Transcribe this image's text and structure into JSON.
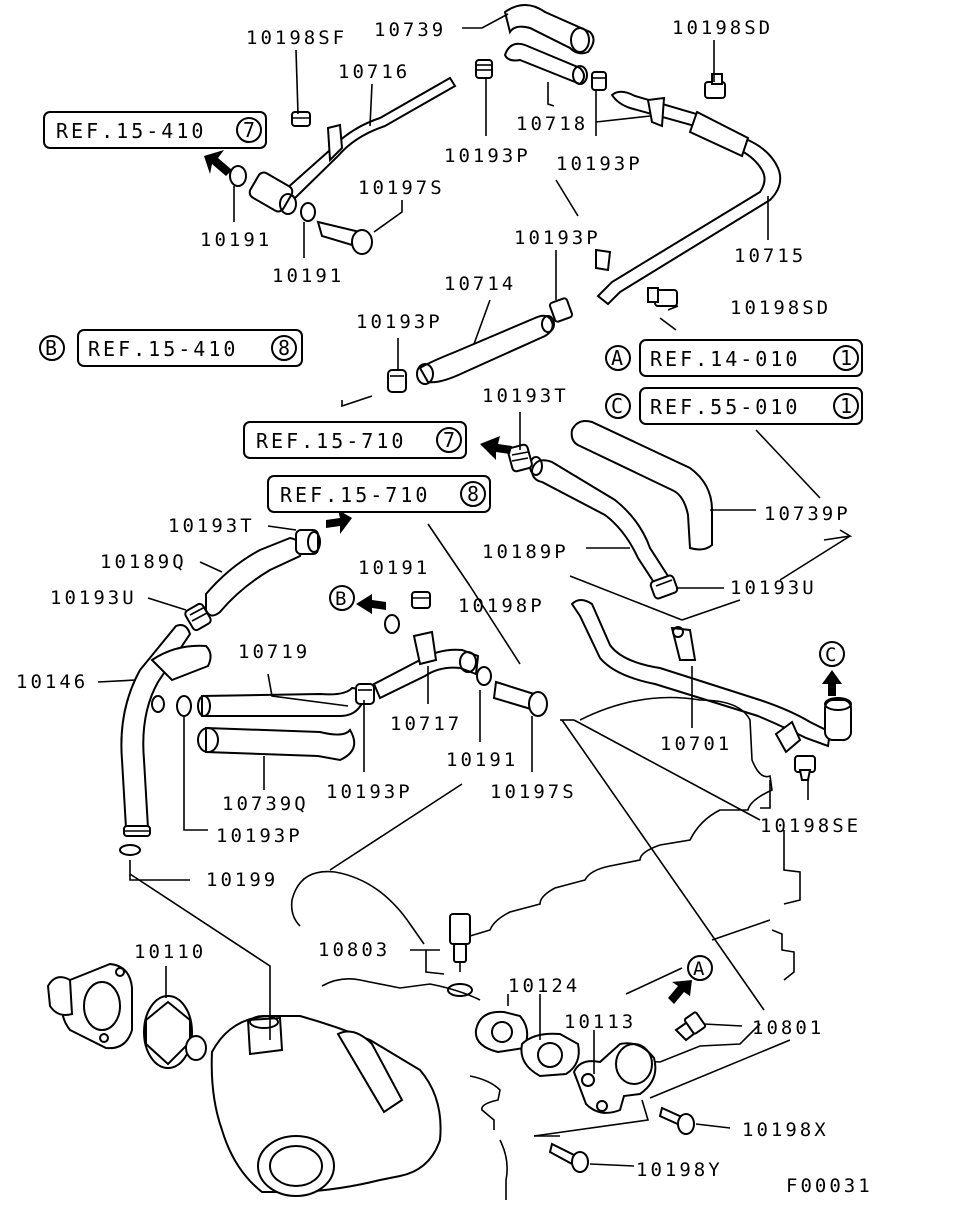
{
  "diagram_code": "F00031",
  "part_labels": {
    "p10739": "10739",
    "p10198SF": "10198SF",
    "p10198SD_a": "10198SD",
    "p10716": "10716",
    "p10718": "10718",
    "p10193P_a": "10193P",
    "p10193P_b": "10193P",
    "p10197S_a": "10197S",
    "p10191_a": "10191",
    "p10191_b": "10191",
    "p10193P_c": "10193P",
    "p10715": "10715",
    "p10714": "10714",
    "p10198SD_b": "10198SD",
    "p10193P_d": "10193P",
    "p10193T_a": "10193T",
    "p10739P": "10739P",
    "p10193T_b": "10193T",
    "p10189Q": "10189Q",
    "p10189P": "10189P",
    "p10191_c": "10191",
    "p10193U_a": "10193U",
    "p10193U_b": "10193U",
    "p10198P": "10198P",
    "p10719": "10719",
    "p10146": "10146",
    "p10717": "10717",
    "p10701": "10701",
    "p10191_d": "10191",
    "p10739Q": "10739Q",
    "p10193P_e": "10193P",
    "p10197S_b": "10197S",
    "p10198SE": "10198SE",
    "p10193P_f": "10193P",
    "p10199": "10199",
    "p10110": "10110",
    "p10803": "10803",
    "p10124": "10124",
    "p10113": "10113",
    "p10801": "10801",
    "p10198X": "10198X",
    "p10198Y": "10198Y"
  },
  "references": {
    "ref1": {
      "text": "REF.15-410",
      "num": "7"
    },
    "ref2": {
      "letter": "B",
      "text": "REF.15-410",
      "num": "8"
    },
    "ref3": {
      "letter": "A",
      "text": "REF.14-010",
      "num": "1"
    },
    "ref4": {
      "letter": "C",
      "text": "REF.55-010",
      "num": "1"
    },
    "ref5": {
      "text": "REF.15-710",
      "num": "7"
    },
    "ref6": {
      "text": "REF.15-710",
      "num": "8"
    }
  },
  "markers": {
    "b": "B",
    "c": "C",
    "a": "A"
  }
}
